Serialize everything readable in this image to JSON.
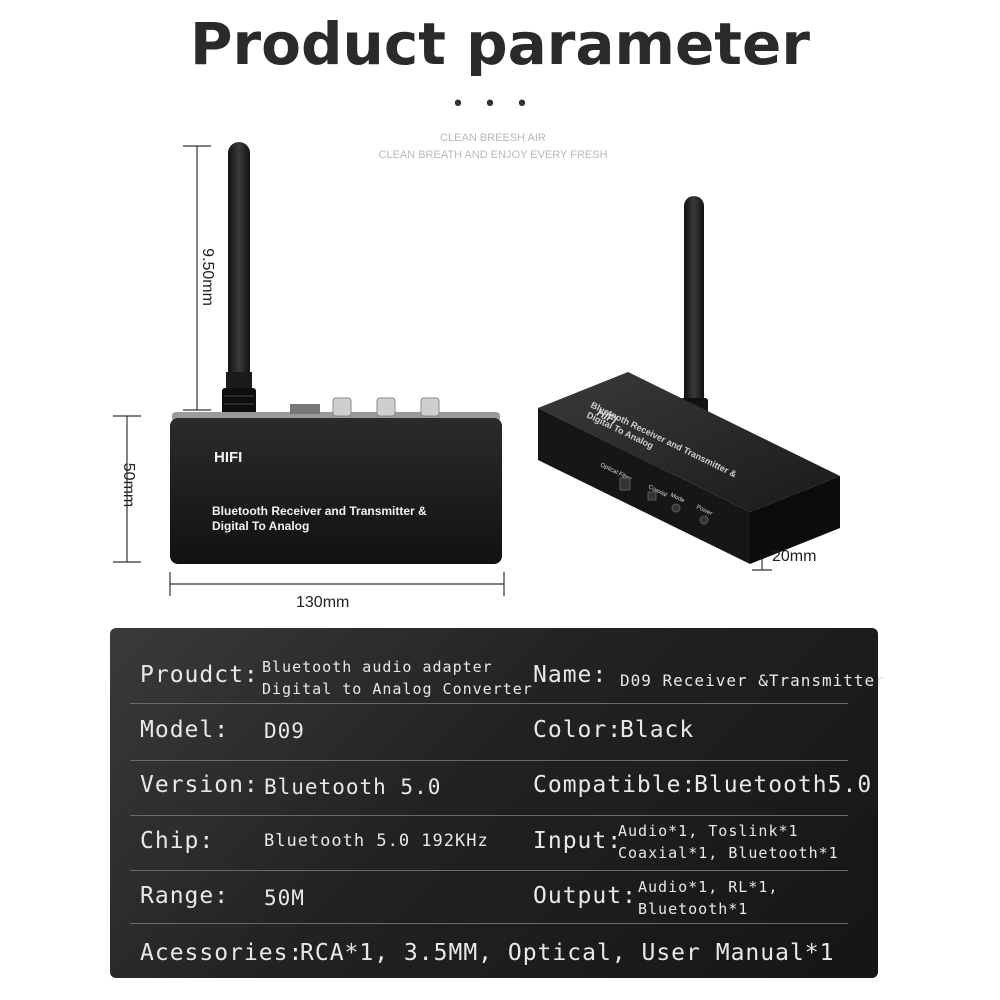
{
  "header": {
    "title": "Product parameter",
    "dots": "• • •",
    "subtitle_1": "CLEAN BREESH AIR",
    "subtitle_2": "CLEAN BREATH AND ENJOY EVERY FRESH"
  },
  "device": {
    "label_hifi": "HIFI",
    "label_desc_1": "Bluetooth Receiver and Transmitter &",
    "label_desc_2": "Digital To Analog",
    "side_labels": [
      "Optical Fiber",
      "Coaxial",
      "Mode",
      "Power"
    ]
  },
  "dimensions": {
    "antenna_height": "9.50mm",
    "body_height": "50mm",
    "body_width": "130mm",
    "body_depth": "20mm"
  },
  "specs": {
    "product_label": "Proudct:",
    "product_value_1": "Bluetooth audio adapter",
    "product_value_2": "Digital to Analog Converter",
    "name_label": "Name:",
    "name_value": "D09 Receiver &Transmitter",
    "model_label": "Model:",
    "model_value": "D09",
    "color_label": "Color:",
    "color_value": "Black",
    "version_label": "Version:",
    "version_value": "Bluetooth 5.0",
    "compatible_label": "Compatible:",
    "compatible_value": "Bluetooth5.0",
    "chip_label": "Chip:",
    "chip_value": "Bluetooth 5.0 192KHz",
    "input_label": "Input:",
    "input_value_1": "Audio*1, Toslink*1",
    "input_value_2": "Coaxial*1, Bluetooth*1",
    "range_label": "Range:",
    "range_value": "50M",
    "output_label": "Output:",
    "output_value_1": "Audio*1, RL*1,",
    "output_value_2": "Bluetooth*1",
    "accessories_label": "Acessories:",
    "accessories_value": "RCA*1, 3.5MM, Optical, User Manual*1"
  },
  "colors": {
    "panel_bg": "#1e1e1e",
    "device_body": "#1a1a1a",
    "text_light": "#e8e8e8"
  }
}
